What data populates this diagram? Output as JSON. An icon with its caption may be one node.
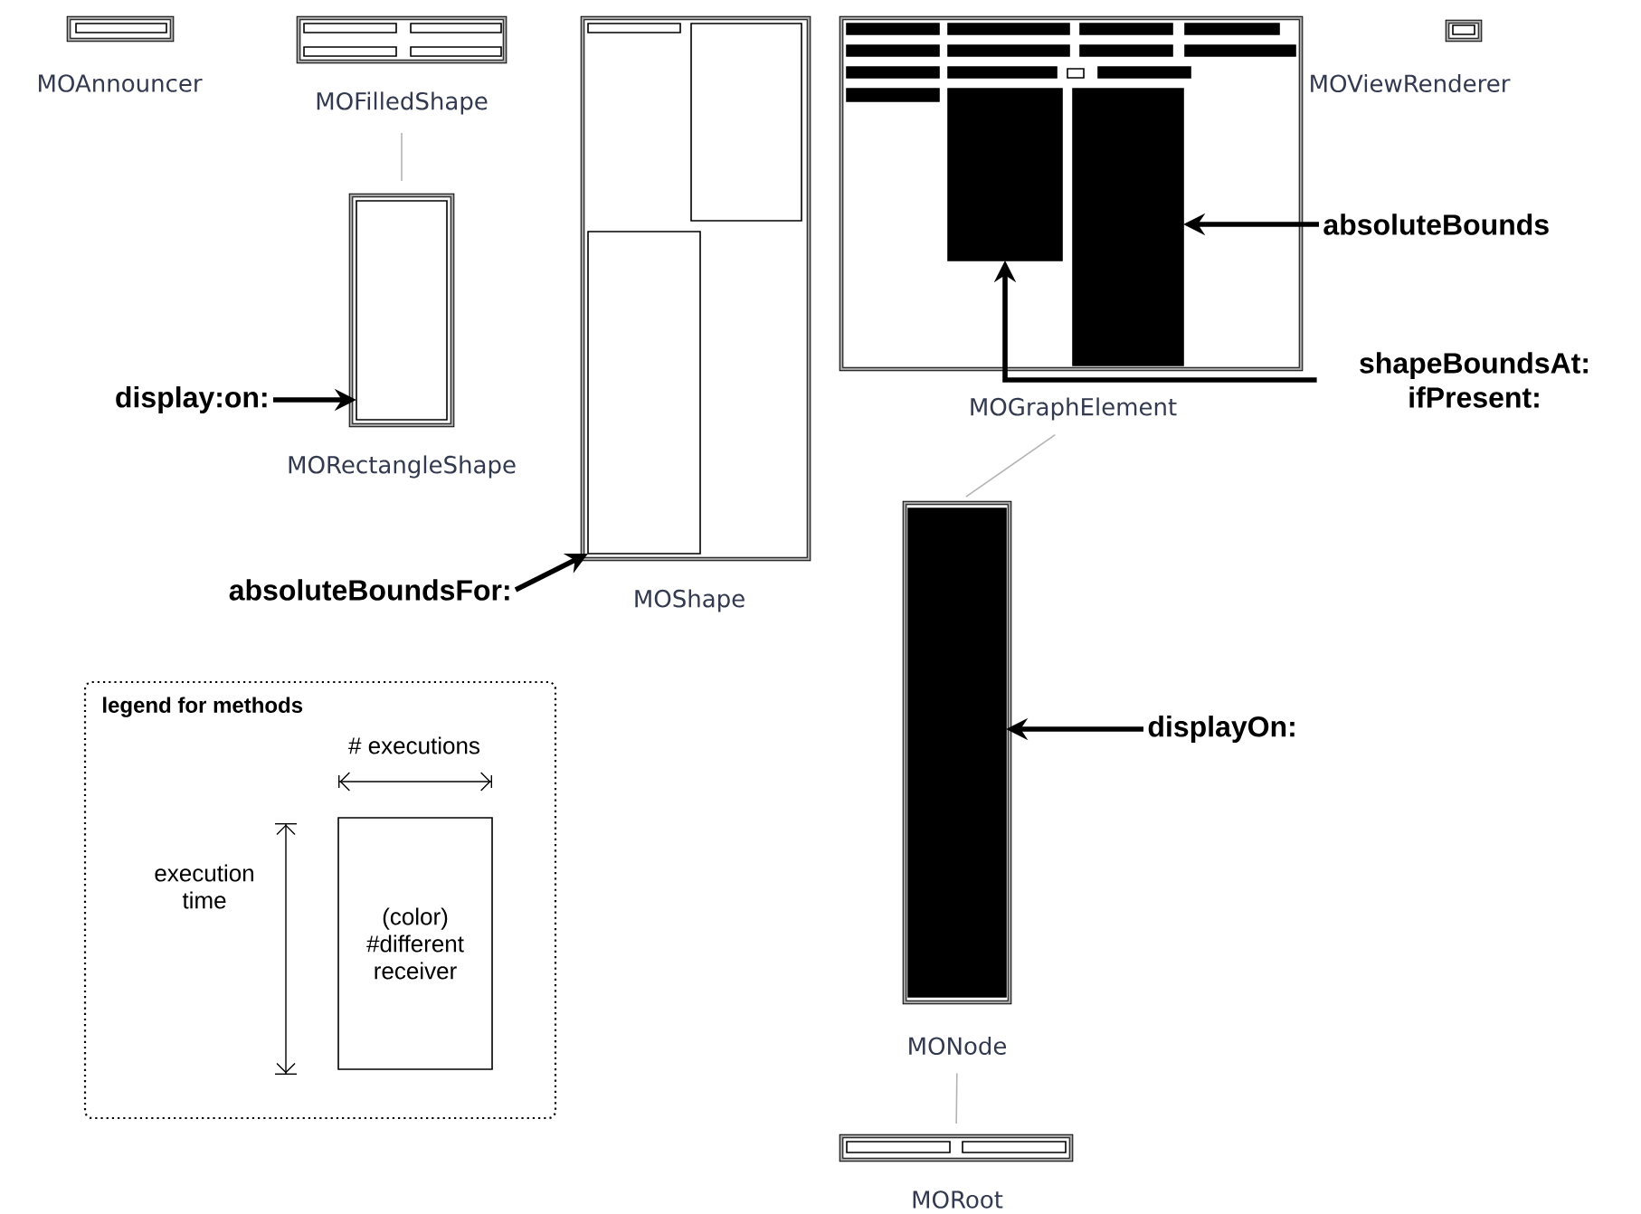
{
  "diagram": {
    "nodes": [
      {
        "text": [
          "MOAnnouncer"
        ]
      },
      {
        "text": [],
        "shape": "box",
        "in": 0
      },
      {
        "text": [
          "MOFilledShape"
        ]
      },
      {
        "text": [],
        "shape": "box",
        "in": 2
      },
      {
        "text": [],
        "shape": "box",
        "in": 2
      },
      {
        "text": [],
        "shape": "box",
        "in": 2
      },
      {
        "text": [],
        "shape": "box",
        "in": 2
      },
      {
        "text": [
          "MORectangleShape"
        ]
      },
      {
        "text": [],
        "shape": "box",
        "in": 7
      },
      {
        "text": [
          "MOShape"
        ]
      },
      {
        "text": [],
        "shape": "box",
        "in": 9
      },
      {
        "text": [],
        "shape": "box",
        "in": 9
      },
      {
        "text": [],
        "shape": "box",
        "in": 9
      },
      {
        "text": [
          "MOGraphElement"
        ]
      },
      {
        "text": [],
        "shape": "box",
        "in": 13
      },
      {
        "text": [],
        "shape": "box",
        "in": 13
      },
      {
        "text": [],
        "shape": "box",
        "in": 13
      },
      {
        "text": [],
        "shape": "box",
        "in": 13
      },
      {
        "text": [],
        "shape": "box",
        "in": 13
      },
      {
        "text": [],
        "shape": "box",
        "in": 13
      },
      {
        "text": [],
        "shape": "box",
        "in": 13
      },
      {
        "text": [],
        "shape": "box",
        "in": 13
      },
      {
        "text": [],
        "shape": "box",
        "in": 13
      },
      {
        "text": [],
        "shape": "box",
        "in": 13
      },
      {
        "text": [],
        "shape": "box",
        "in": 13
      },
      {
        "text": [],
        "shape": "box",
        "in": 13
      },
      {
        "text": [],
        "shape": "box",
        "in": 13
      },
      {
        "text": [],
        "shape": "box",
        "in": 13
      },
      {
        "text": [],
        "shape": "box",
        "in": 13
      },
      {
        "text": [
          "MOViewRenderer"
        ]
      },
      {
        "text": [],
        "shape": "box",
        "in": 29
      },
      {
        "text": [
          "MONode"
        ]
      },
      {
        "text": [],
        "shape": "box",
        "in": 31
      },
      {
        "text": [
          "MORoot"
        ]
      },
      {
        "text": [],
        "shape": "box",
        "in": 33
      },
      {
        "text": [],
        "shape": "box",
        "in": 33
      },
      {
        "text": [
          "display:on:"
        ]
      },
      {
        "text": [
          "absoluteBoundsFor:"
        ]
      },
      {
        "text": [
          "absoluteBounds"
        ]
      },
      {
        "text": [
          "shapeBoundsAt: ifPresent:"
        ]
      },
      {
        "text": [
          "displayOn:"
        ]
      },
      {
        "text": [
          "legend for methods"
        ]
      },
      {
        "text": [
          "(color) #different receiver"
        ],
        "in": 41
      }
    ],
    "edges": [
      {
        "from": 2,
        "to": 7,
        "arrow": "none",
        "color": "#b3b3b3"
      },
      {
        "from": 13,
        "to": 31,
        "arrow": "none",
        "color": "#b3b3b3"
      },
      {
        "from": 31,
        "to": 33,
        "arrow": "none",
        "color": "#b3b3b3"
      },
      {
        "from": 36,
        "to": 8,
        "arrow": "to"
      },
      {
        "from": 37,
        "to": 12,
        "arrow": "to"
      },
      {
        "from": 38,
        "to": 28,
        "arrow": "to"
      },
      {
        "from": 39,
        "to": 27,
        "arrow": "to"
      },
      {
        "from": 40,
        "to": 32,
        "arrow": "to"
      }
    ],
    "labels": [
      "# executions",
      "execution time"
    ]
  }
}
